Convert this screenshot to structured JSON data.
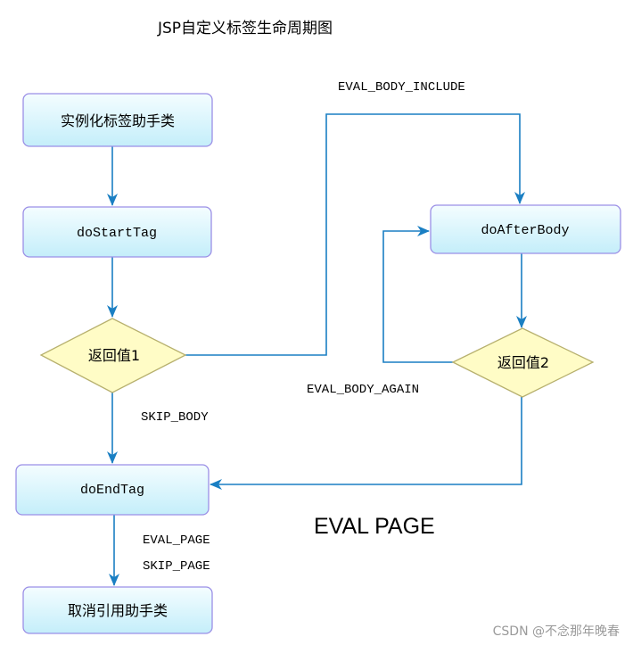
{
  "title": "JSP自定义标签生命周期图",
  "nodes": {
    "instantiate": "实例化标签助手类",
    "start_tag": "doStartTag",
    "decision1": "返回值1",
    "after_body": "doAfterBody",
    "decision2": "返回值2",
    "end_tag": "doEndTag",
    "release": "取消引用助手类"
  },
  "edge_labels": {
    "eval_body_include": "EVAL_BODY_INCLUDE",
    "eval_body_again": "EVAL_BODY_AGAIN",
    "skip_body": "SKIP_BODY",
    "eval_page_big": "EVAL PAGE",
    "eval_page": "EVAL_PAGE",
    "skip_page": "SKIP_PAGE"
  },
  "watermark": "CSDN @不念那年晚春",
  "colors": {
    "box_fill_top": "#f4fdff",
    "box_fill_bottom": "#c4eefa",
    "box_stroke": "#9b8fe6",
    "diamond_fill": "#fffcc6",
    "diamond_stroke": "#b7b06e",
    "line": "#1a7fc3",
    "arrow": "#1a7fc3",
    "text": "#000000",
    "watermark": "#9a9a9a"
  }
}
